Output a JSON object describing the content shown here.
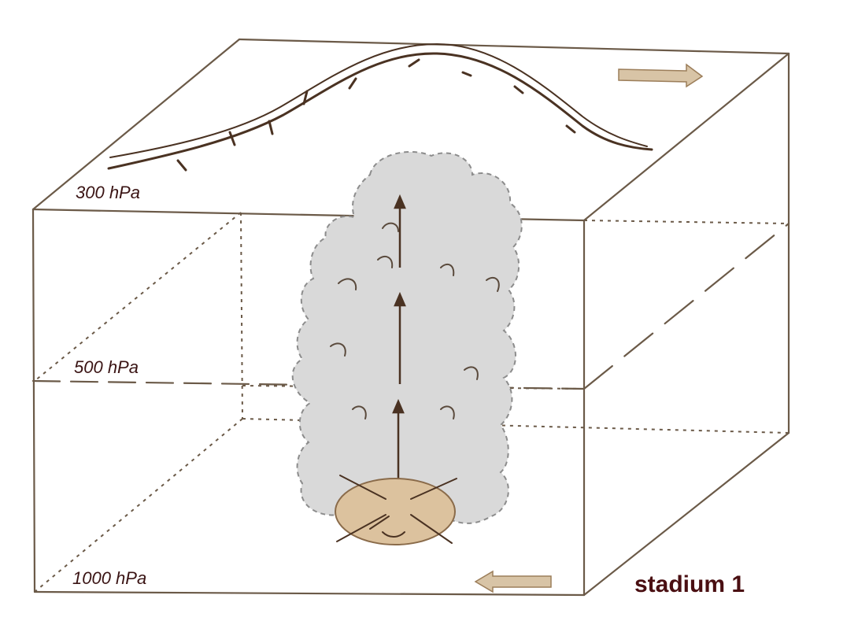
{
  "levels": {
    "upper": "300 hPa",
    "middle": "500 hPa",
    "lower": "1000 hPa"
  },
  "stage_label": "stadium 1",
  "colors": {
    "box_line": "#6b5a48",
    "jet_stream": "#4a3222",
    "cloud_fill": "#d9d9d9",
    "cloud_edge": "#8c8c8c",
    "convergence_disc": "#dcc29e",
    "wind_arrow": "#d8c4a6",
    "label_text": "#3a1414",
    "stage_text": "#4a0f12"
  },
  "icons": {
    "upper_wind": "right-arrow-icon",
    "lower_wind": "left-arrow-icon"
  }
}
